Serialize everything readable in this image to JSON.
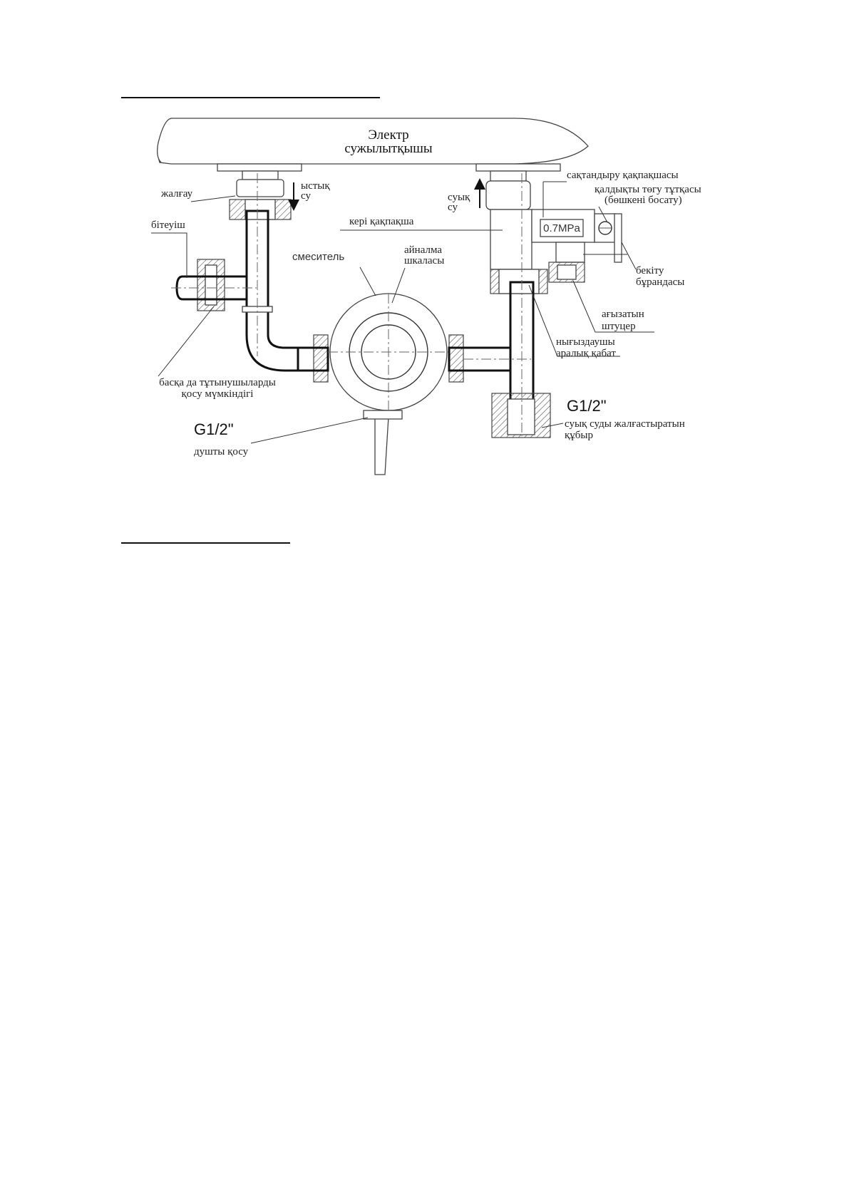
{
  "labels": {
    "heater": [
      "Электр",
      "сужылытқышы"
    ],
    "hot_water": [
      "ыстық",
      "су"
    ],
    "cold_water": [
      "суық",
      "су"
    ],
    "connector": "жалғау",
    "plug": "бітеуіш",
    "check_valve": "кері қақпақша",
    "mixer": "смеситель",
    "rotary_scale": [
      "айналма",
      "шкаласы"
    ],
    "safety_valve": "сақтандыру қақпақшасы",
    "drain_handle": [
      "қалдықты төгу тұтқасы",
      "(бөшкені босату)"
    ],
    "pressure": "0.7MPa",
    "lock_screw": [
      "бекіту",
      "бұрандасы"
    ],
    "drain_fitting": [
      "ағызатын",
      "штуцер"
    ],
    "seal_gasket": [
      "нығыздаушы",
      "аралық қабат"
    ],
    "other_consumers": [
      "басқа да тұтынушыларды",
      "қосу мүмкіндігі"
    ],
    "g_left": "G1/2\"",
    "shower_connection": "душты қосу",
    "g_right": "G1/2\"",
    "cold_pipe": [
      "суық суды жалғастыратын",
      "құбыр"
    ]
  }
}
